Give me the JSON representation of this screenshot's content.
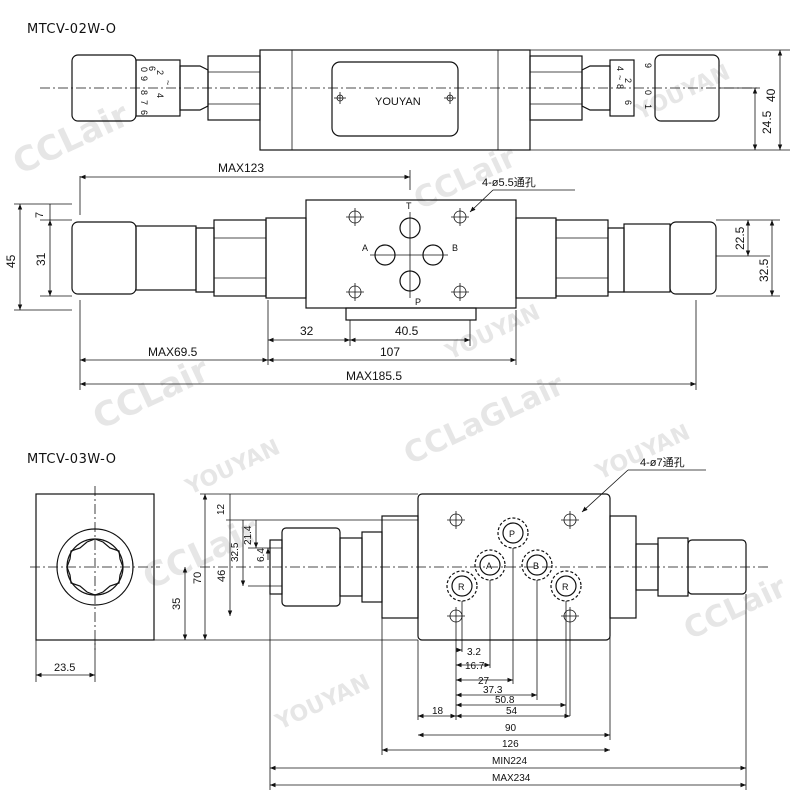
{
  "titles": {
    "top": "MTCV-02W-O",
    "bottom": "MTCV-03W-O"
  },
  "brand_plate": "YOUYAN",
  "watermarks": [
    "CCLair",
    "YOUYAN",
    "CCLair",
    "YOUYAN",
    "CCLaGLair",
    "YOUYAN",
    "CCLair",
    "YOUYAN",
    "CCLair",
    "YOUYAN",
    "CCLair"
  ],
  "top_view": {
    "dims": {
      "height_total": "40",
      "height_center": "24.5"
    },
    "dial_left": [
      "0",
      "9",
      "6",
      "2",
      "~",
      "4",
      "8",
      "7",
      "6"
    ],
    "dial_right": [
      "4",
      "~",
      "8",
      "2",
      "6",
      "9",
      "0",
      "1"
    ]
  },
  "front_view": {
    "hole_note": "4-ø5.5通孔",
    "ports": {
      "T": "T",
      "A": "A",
      "B": "B",
      "P": "P"
    },
    "dims": {
      "max123": "MAX123",
      "d32": "32",
      "d40_5": "40.5",
      "max69_5": "MAX69.5",
      "d107": "107",
      "max185_5": "MAX185.5",
      "d45": "45",
      "d31": "31",
      "d7": "7",
      "d22_5": "22.5",
      "d32_5": "32.5"
    }
  },
  "side_view": {
    "dims": {
      "d23_5": "23.5",
      "d35": "35"
    }
  },
  "bottom_view": {
    "hole_note": "4-ø7通孔",
    "ports": {
      "P": "P",
      "A": "A",
      "B": "B",
      "R": "R"
    },
    "dims": {
      "d12": "12",
      "d21_4": "21.4",
      "d6_4": "6.4",
      "d32_5": "32.5",
      "d46": "46",
      "d70": "70",
      "d3_2": "3.2",
      "d16_7": "16.7",
      "d27": "27",
      "d37_3": "37.3",
      "d50_8": "50.8",
      "d54": "54",
      "d18": "18",
      "d90": "90",
      "d126": "126",
      "min224": "MIN224",
      "max234": "MAX234"
    }
  }
}
